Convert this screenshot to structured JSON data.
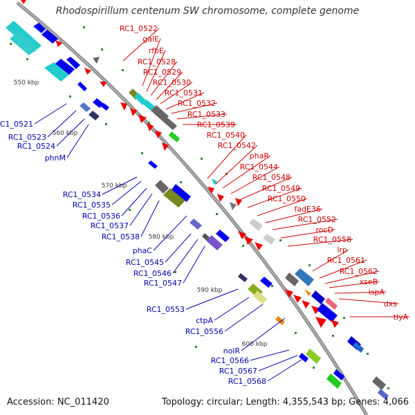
{
  "title": "Rhodospirillum centenum SW chromosome, complete genome",
  "footer": {
    "accession": "Accession: NC_011420",
    "summary": "Topology: circular; Length: 4,355,543 bp; Genes: 4,066"
  },
  "scale_labels": [
    "550 kbp",
    "560 kbp",
    "570 kbp",
    "580 kbp",
    "590 kbp",
    "600 kbp"
  ],
  "genes_reverse": [
    "RC1_0522",
    "galE",
    "rfbE",
    "RC1_0528",
    "RC1_0529",
    "RC1_0530",
    "RC1_0531",
    "RC1_0532",
    "RC1_0533",
    "RC1_0539",
    "RC1_0540",
    "RC1_0542",
    "phaR",
    "RC1_0544",
    "RC1_0548",
    "RC1_0549",
    "RC1_0550",
    "fadE36",
    "RC1_0552",
    "rocD",
    "RC1_0558",
    "lrp",
    "RC1_0561",
    "RC1_0562",
    "xseB",
    "ispA",
    "dxs",
    "tlyA"
  ],
  "genes_forward": [
    "RC1_0521",
    "RC1_0523",
    "RC1_0524",
    "phnM",
    "RC1_0534",
    "RC1_0535",
    "RC1_0536",
    "RC1_0537",
    "RC1_0538",
    "phaC",
    "RC1_0545",
    "RC1_0546",
    "RC1_0547",
    "RC1_0553",
    "ctpA",
    "RC1_0556",
    "nolR",
    "RC1_0566",
    "RC1_0567",
    "RC1_0568"
  ],
  "colors": {
    "reverse_label": "#cc0000",
    "forward_label": "#0000aa",
    "backbone": "#888888",
    "tick": "#2e8b2e"
  }
}
